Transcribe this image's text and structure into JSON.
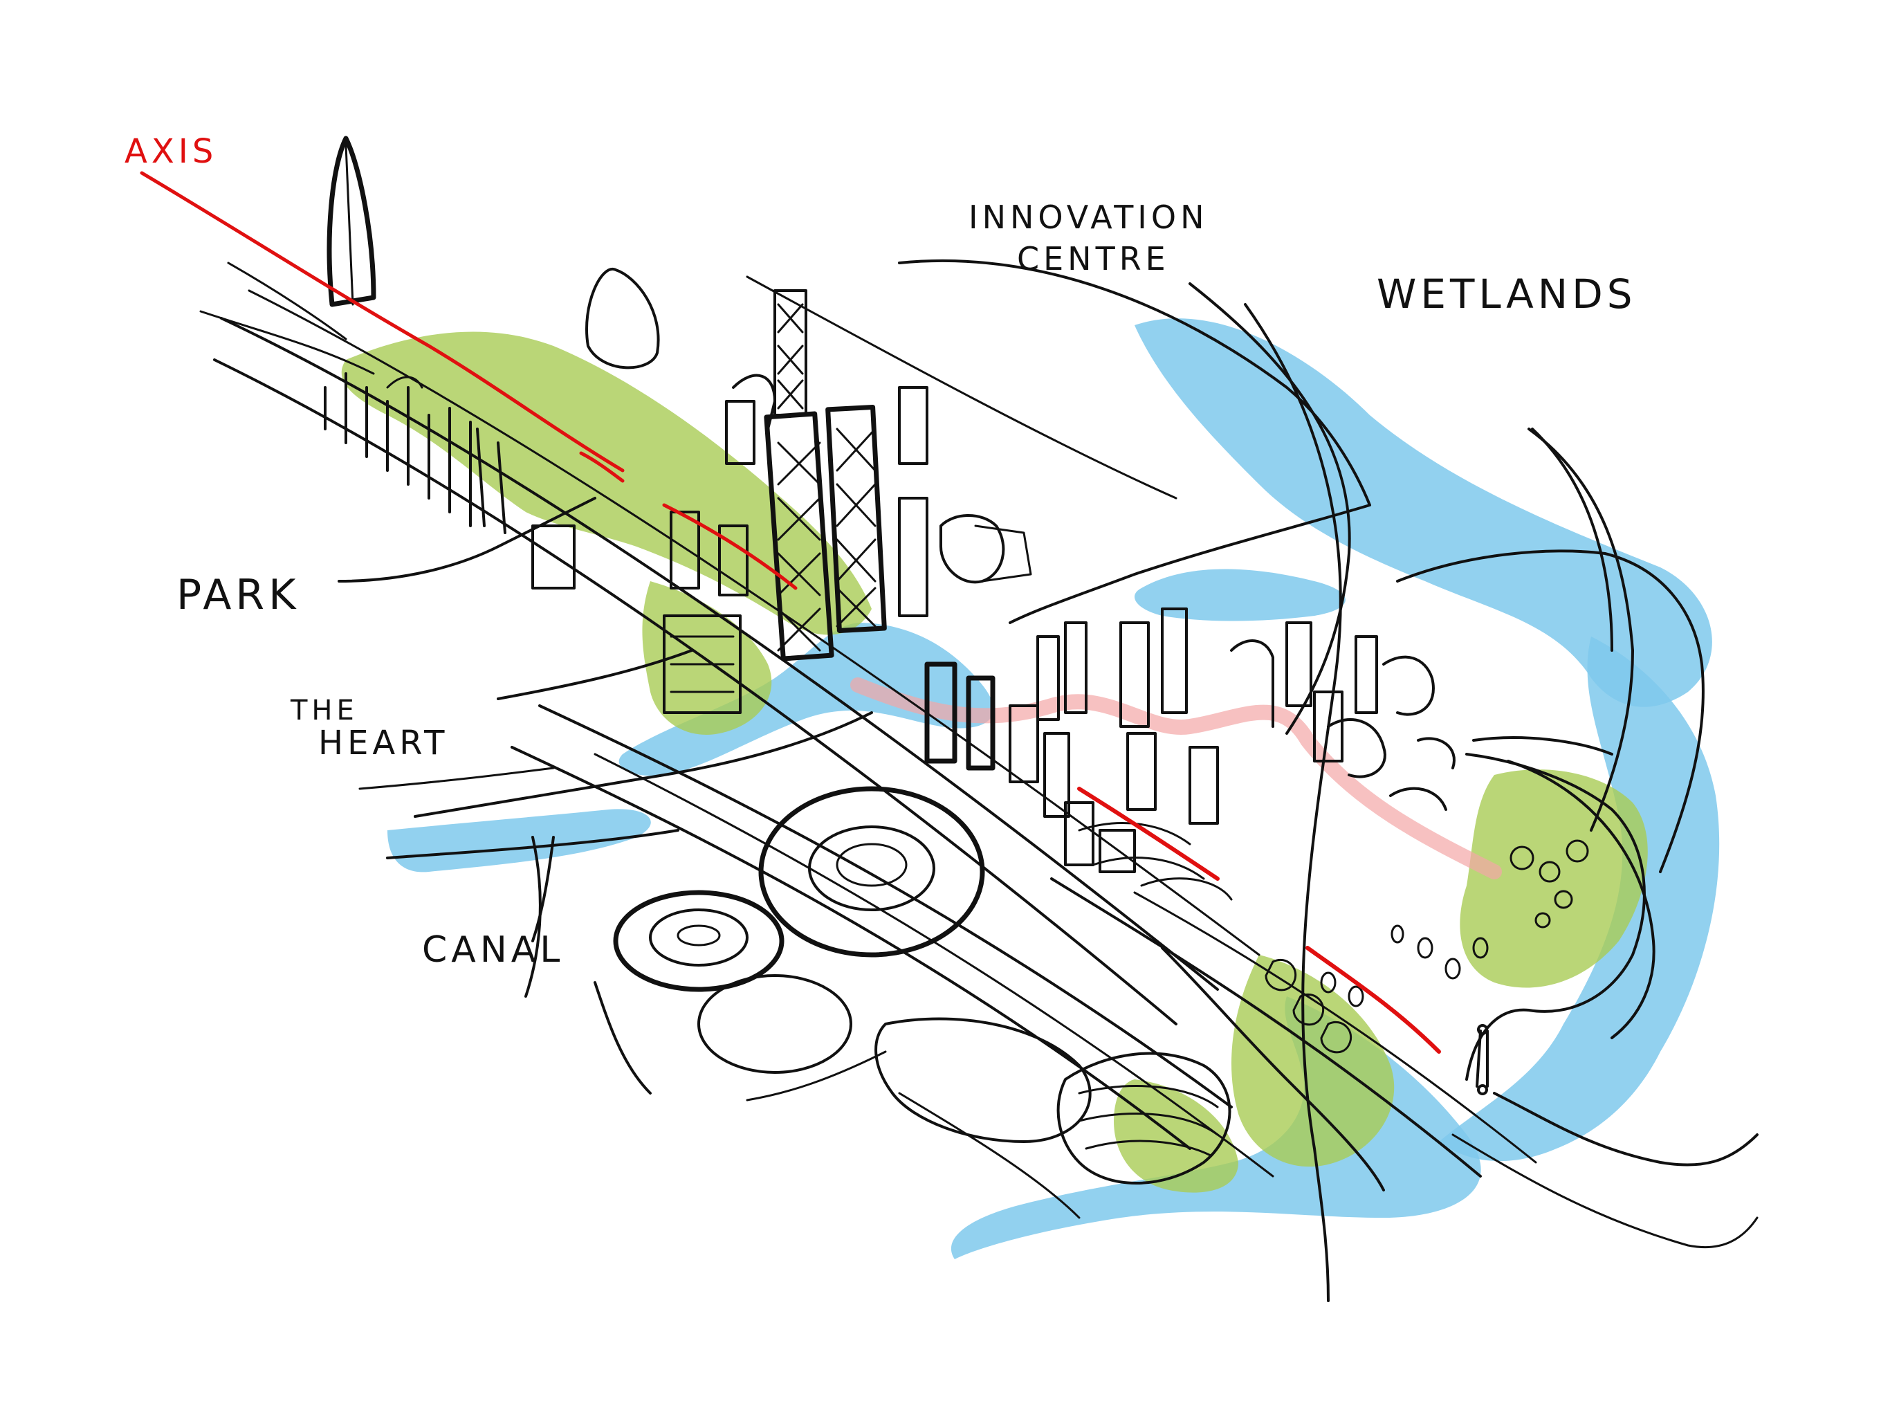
{
  "labels": {
    "axis": "AXIS",
    "innovation_line1": "INNOVATION",
    "innovation_line2": "CENTRE",
    "wetlands": "WETLANDS",
    "park": "PARK",
    "heart_line1": "THE",
    "heart_line2": "HEART",
    "canal": "CANAL"
  },
  "colors": {
    "axis_red": "#e01010",
    "water_blue": "#7fc9ec",
    "park_green": "#a9cc55",
    "ink": "#111111",
    "axis_pink": "#f4a6a6"
  }
}
